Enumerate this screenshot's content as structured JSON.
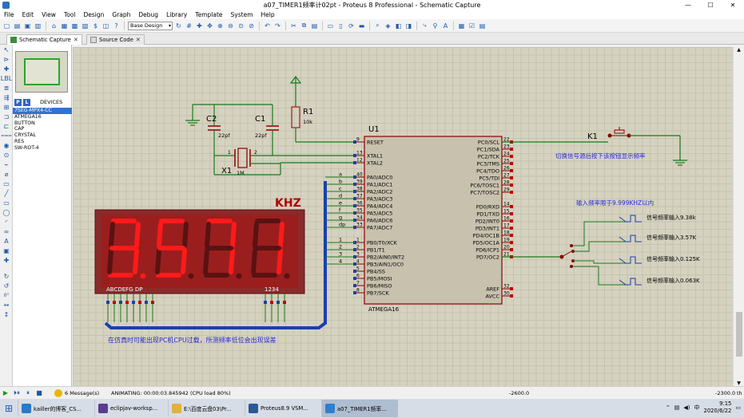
{
  "window": {
    "title": "a07_TIMER1频率计02pt - Proteus 8 Professional - Schematic Capture"
  },
  "menu": [
    "File",
    "Edit",
    "View",
    "Tool",
    "Design",
    "Graph",
    "Debug",
    "Library",
    "Template",
    "System",
    "Help"
  ],
  "toolbar": {
    "variant_select": "Base Design"
  },
  "tabs": [
    {
      "label": "Schematic Capture",
      "close": "✕"
    },
    {
      "label": "Source Code",
      "close": "✕"
    }
  ],
  "devices": {
    "p_label": "P",
    "l_label": "L",
    "header": "DEVICES",
    "items": [
      "7SEG-MPX4-CC",
      "ATMEGA16",
      "BUTTON",
      "CAP",
      "CRYSTAL",
      "RES",
      "SW-ROT-4"
    ],
    "selected_index": 0
  },
  "left_rotation": "0°",
  "schematic": {
    "display_label": "KHZ",
    "display_digits": [
      "3.",
      "5",
      "7",
      "1"
    ],
    "display_segment_label": "ABCDEFG DP",
    "display_digit_label": "1234",
    "r1_ref": "R1",
    "r1_value": "10k",
    "c1_ref": "C1",
    "c1_value": "22pf",
    "c2_ref": "C2",
    "c2_value": "22pf",
    "x1_ref": "X1",
    "x1_value": "1M",
    "u1_ref": "U1",
    "u1_part": "ATMEGA16",
    "k1_ref": "K1",
    "note_button": "切换信号源后按下该按钮显示频率",
    "note_range": "输入频率限于9.999KHZ以内",
    "note_cpu": "在仿真时可能出现PC机CPU过载，所测频率低位会出现误差",
    "signals": [
      "信号频率输入9.38k",
      "信号频率输入3.57K",
      "信号频率输入0.125K",
      "信号频率输入0.063K"
    ],
    "mcu_left_pins": [
      {
        "num": "9",
        "name": "RESET"
      },
      {
        "num": "13",
        "name": "XTAL1"
      },
      {
        "num": "12",
        "name": "XTAL2"
      },
      {
        "num": "40",
        "name": "PA0/ADC0"
      },
      {
        "num": "39",
        "name": "PA1/ADC1"
      },
      {
        "num": "38",
        "name": "PA2/ADC2"
      },
      {
        "num": "37",
        "name": "PA3/ADC3"
      },
      {
        "num": "36",
        "name": "PA4/ADC4"
      },
      {
        "num": "35",
        "name": "PA5/ADC5"
      },
      {
        "num": "34",
        "name": "PA6/ADC6"
      },
      {
        "num": "33",
        "name": "PA7/ADC7"
      },
      {
        "num": "1",
        "name": "PB0/T0/XCK"
      },
      {
        "num": "2",
        "name": "PB1/T1"
      },
      {
        "num": "3",
        "name": "PB2/AIN0/INT2"
      },
      {
        "num": "4",
        "name": "PB3/AIN1/OC0"
      },
      {
        "num": "5",
        "name": "PB4/SS"
      },
      {
        "num": "6",
        "name": "PB5/MOSI"
      },
      {
        "num": "7",
        "name": "PB6/MISO"
      },
      {
        "num": "8",
        "name": "PB7/SCK"
      }
    ],
    "mcu_right_pins": [
      {
        "num": "22",
        "name": "PC0/SCL"
      },
      {
        "num": "23",
        "name": "PC1/SDA"
      },
      {
        "num": "24",
        "name": "PC2/TCK"
      },
      {
        "num": "25",
        "name": "PC3/TMS"
      },
      {
        "num": "26",
        "name": "PC4/TDO"
      },
      {
        "num": "27",
        "name": "PC5/TDI"
      },
      {
        "num": "28",
        "name": "PC6/TOSC1"
      },
      {
        "num": "29",
        "name": "PC7/TOSC2"
      },
      {
        "num": "14",
        "name": "PD0/RXD"
      },
      {
        "num": "15",
        "name": "PD1/TXD"
      },
      {
        "num": "16",
        "name": "PD2/INT0"
      },
      {
        "num": "17",
        "name": "PD3/INT1"
      },
      {
        "num": "18",
        "name": "PD4/OC1B"
      },
      {
        "num": "19",
        "name": "PD5/OC1A"
      },
      {
        "num": "20",
        "name": "PD6/ICP1"
      },
      {
        "num": "21",
        "name": "PD7/OC2"
      },
      {
        "num": "32",
        "name": "AREF"
      },
      {
        "num": "30",
        "name": "AVCC"
      }
    ],
    "bus_labels": [
      "a",
      "b",
      "c",
      "d",
      "e",
      "f",
      "g",
      "dp"
    ],
    "portb_labels": [
      "1",
      "2",
      "3",
      "4"
    ]
  },
  "status": {
    "messages": "6 Message(s)",
    "animating": "ANIMATING: 00:00:03.845942 (CPU load 80%)",
    "x": "-2600.0",
    "y": "-2300.0",
    "unit": "th"
  },
  "taskbar": {
    "items": [
      {
        "label": "kailler的博客_CS...",
        "color": "#2a7ac8"
      },
      {
        "label": "eclipjav-worksp...",
        "color": "#5b3c8c"
      },
      {
        "label": "E:\\百度云盘03\\Pr...",
        "color": "#e0b040"
      },
      {
        "label": "Proteus8.9 VSM...",
        "color": "#2b5797"
      },
      {
        "label": "a07_TIMER1频率...",
        "color": "#2f7fcc"
      }
    ],
    "time": "9:15",
    "date": "2020/6/22",
    "lang": "中"
  },
  "colors": {
    "wire": "#1a7a1a",
    "pin_red": "#8b0000",
    "bus": "#1a3fb0",
    "display_bg": "#8b2a2a",
    "seg_on": "#ff1a1a",
    "seg_off": "#5a1212",
    "note": "#2b2bd6"
  }
}
